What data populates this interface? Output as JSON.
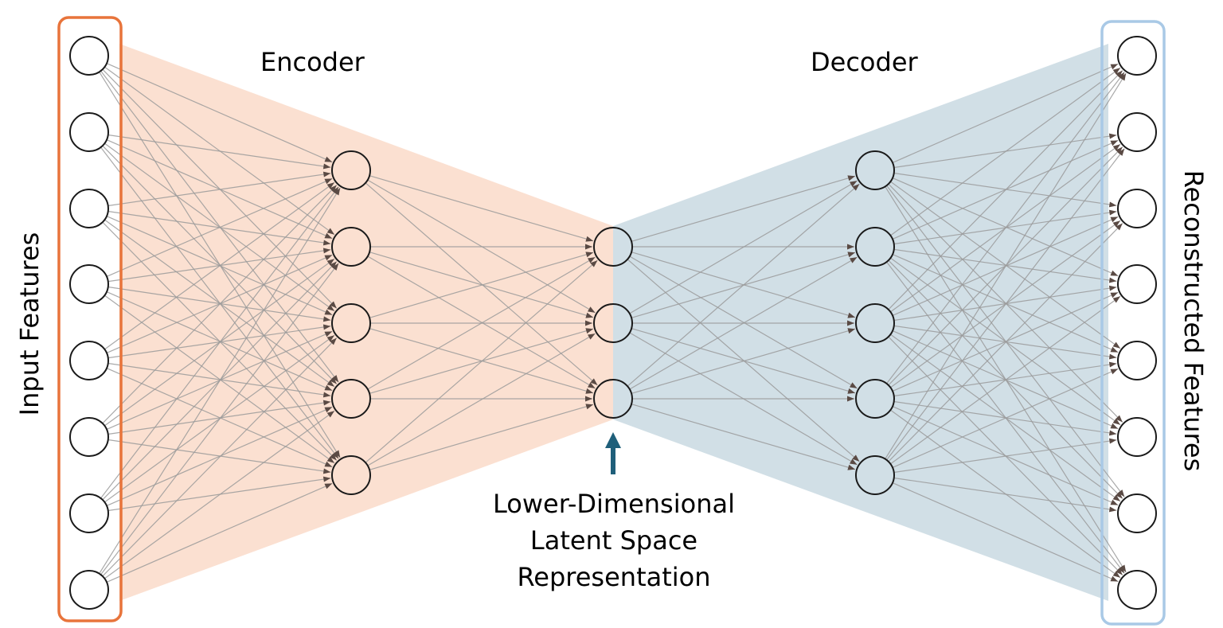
{
  "labels": {
    "encoder": "Encoder",
    "decoder": "Decoder",
    "input": "Input Features",
    "output": "Reconstructed Features",
    "latent": [
      "Lower-Dimensional",
      "Latent Space",
      "Representation"
    ]
  },
  "network": {
    "layer_sizes": [
      8,
      5,
      3,
      5,
      8
    ]
  },
  "colors": {
    "encoder_fill": "#fbe0d1",
    "decoder_fill": "#d1dfe6",
    "input_box": "#e8743b",
    "output_box": "#a9c9e6",
    "edge": "#9a9a9a",
    "arrowhead": "#5a4a44",
    "node_stroke": "#1a1a1a",
    "latent_arrow": "#1f5f7a"
  }
}
